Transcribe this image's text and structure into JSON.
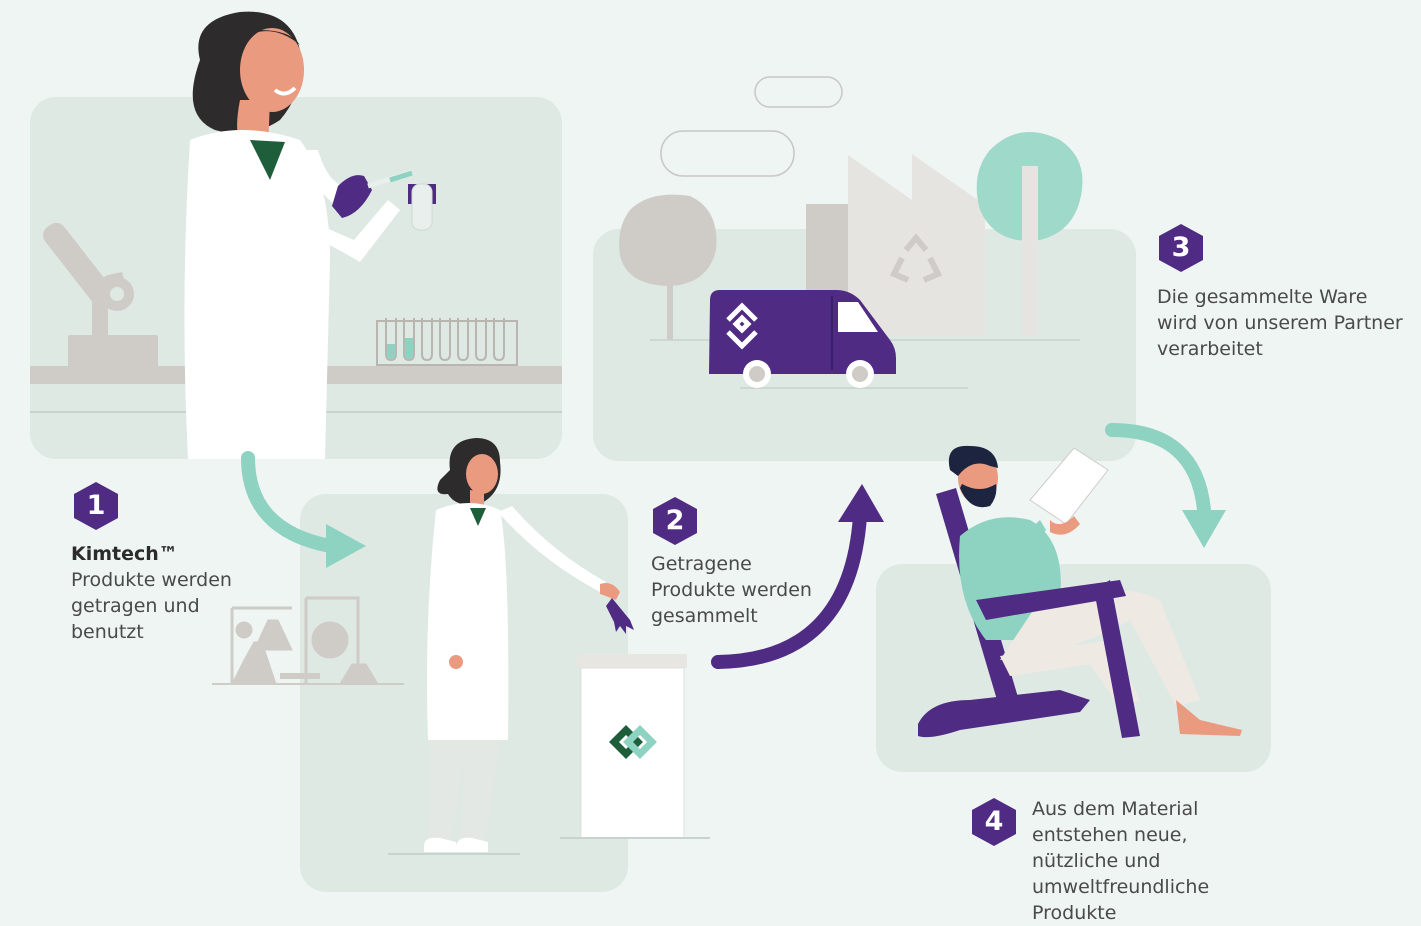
{
  "steps": [
    {
      "number": "1",
      "title": "Kimtech™",
      "lines": [
        "Produkte werden",
        "getragen und",
        "benutzt"
      ]
    },
    {
      "number": "2",
      "lines": [
        "Getragene",
        "Produkte werden",
        "gesammelt"
      ]
    },
    {
      "number": "3",
      "lines": [
        "Die gesammelte Ware",
        "wird von unserem Partner",
        "verarbeitet"
      ]
    },
    {
      "number": "4",
      "lines": [
        "Aus dem Material",
        "entstehen neue,",
        "nützliche und",
        "umweltfreundliche",
        "Produkte"
      ]
    }
  ],
  "colors": {
    "background": "#eef5f2",
    "panel": "#dee9e4",
    "purple": "#4f2b83",
    "teal": "#8ed2c2",
    "gray": "#cfccc8"
  }
}
